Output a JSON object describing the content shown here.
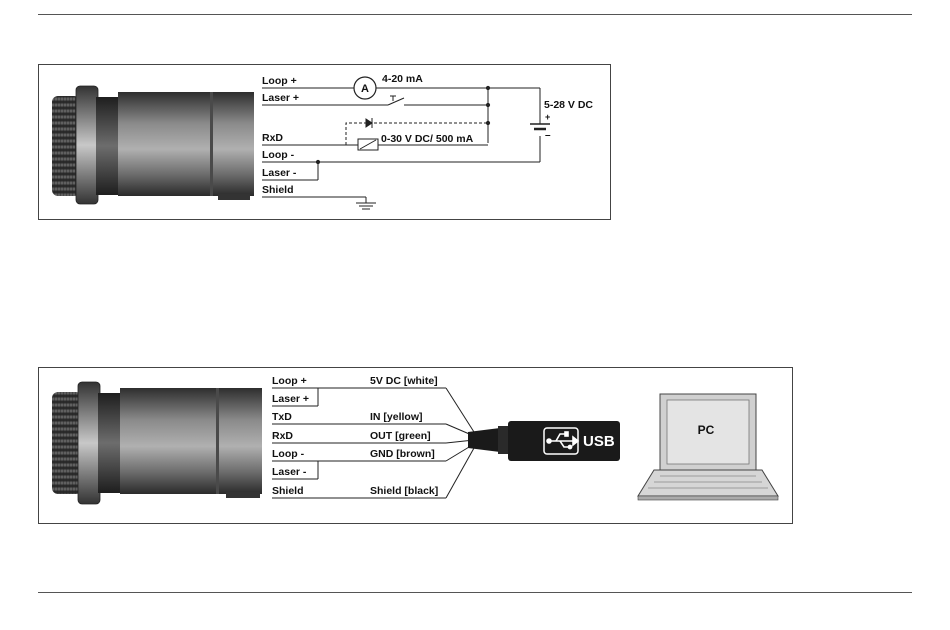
{
  "diagram1": {
    "labels": {
      "loop_plus": "Loop +",
      "laser_plus": "Laser +",
      "rxd": "RxD",
      "loop_minus": "Loop -",
      "laser_minus": "Laser -",
      "shield": "Shield"
    },
    "ammeter_symbol": "A",
    "current_range": "4-20 mA",
    "supply_voltage": "5-28 V DC",
    "supply_plus": "+",
    "supply_minus": "–",
    "relay_rating": "0-30 V DC/ 500 mA"
  },
  "diagram2": {
    "labels": {
      "loop_plus": "Loop +",
      "laser_plus": "Laser +",
      "txd": "TxD",
      "rxd": "RxD",
      "loop_minus": "Loop -",
      "laser_minus": "Laser -",
      "shield": "Shield"
    },
    "wires": {
      "5v": "5V DC [white]",
      "in": "IN [yellow]",
      "out": "OUT [green]",
      "gnd": "GND [brown]",
      "shield": "Shield [black]"
    },
    "usb_label": "USB",
    "pc_label": "PC"
  },
  "colors": {
    "sensor_body_dark": "#3c3c3c",
    "sensor_body_light": "#9a9a9a",
    "usb_plug": "#1a1a1a"
  }
}
